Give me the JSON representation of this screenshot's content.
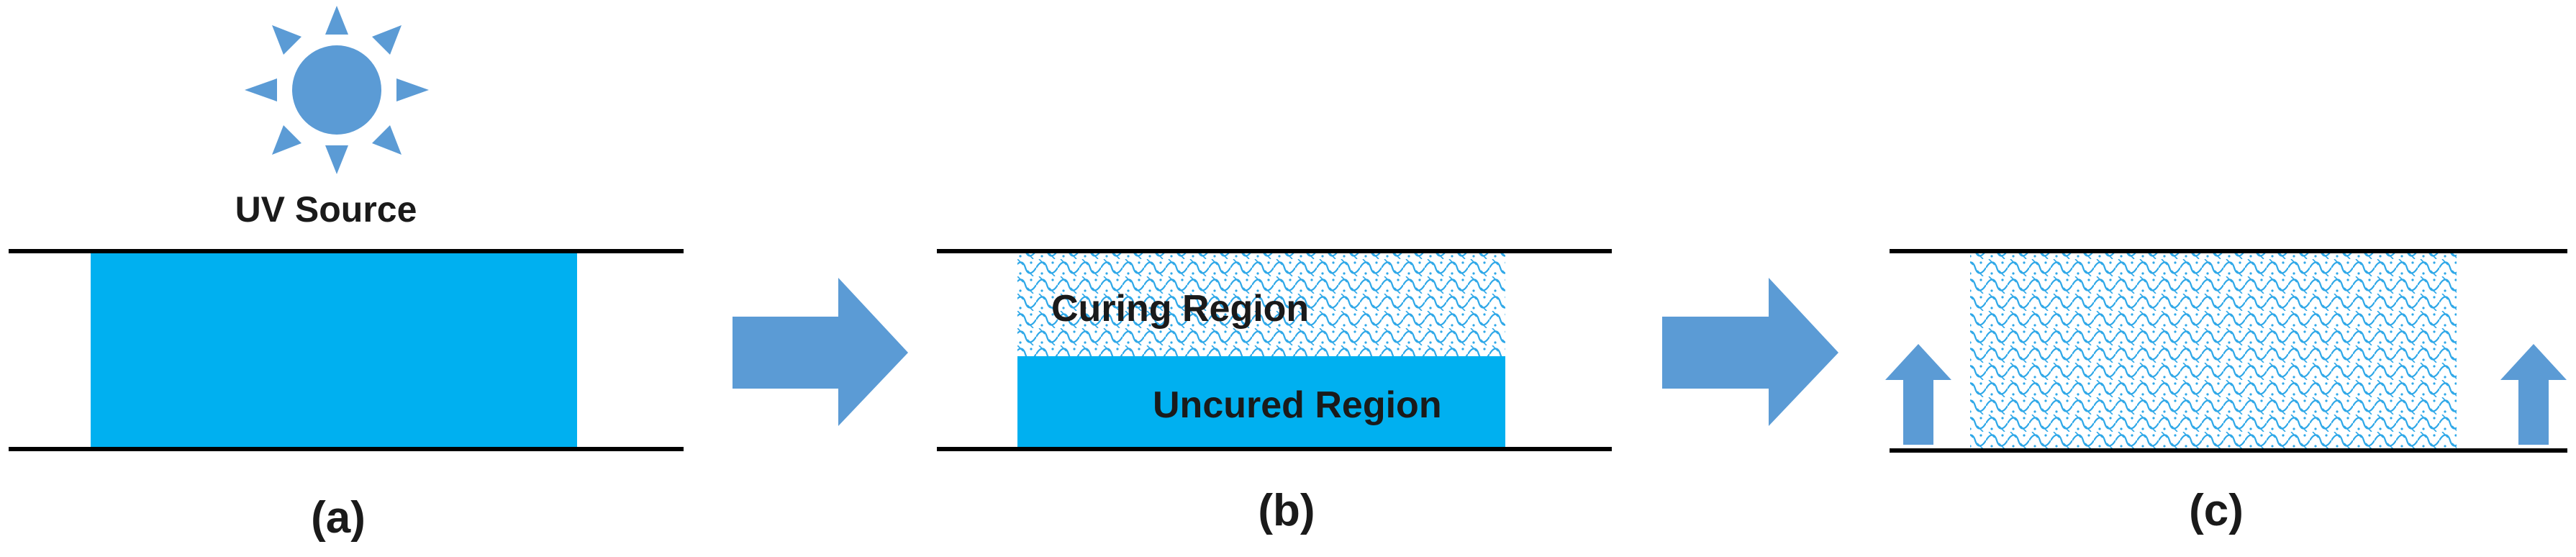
{
  "colors": {
    "liquid": "#00B0F0",
    "arrow": "#5B9BD5",
    "sun": "#5B9BD5",
    "pattern": "#2FA8E8",
    "rail": "#000000",
    "text": "#1A1A1A"
  },
  "icons": {
    "sun": "sun-icon",
    "process_arrow": "right-arrow-icon",
    "lift_arrow": "up-arrow-icon"
  },
  "panels": {
    "a": {
      "caption": "(a)",
      "source_label": "UV Source"
    },
    "b": {
      "caption": "(b)",
      "curing_label": "Curing Region",
      "uncured_label": "Uncured Region"
    },
    "c": {
      "caption": "(c)"
    }
  }
}
